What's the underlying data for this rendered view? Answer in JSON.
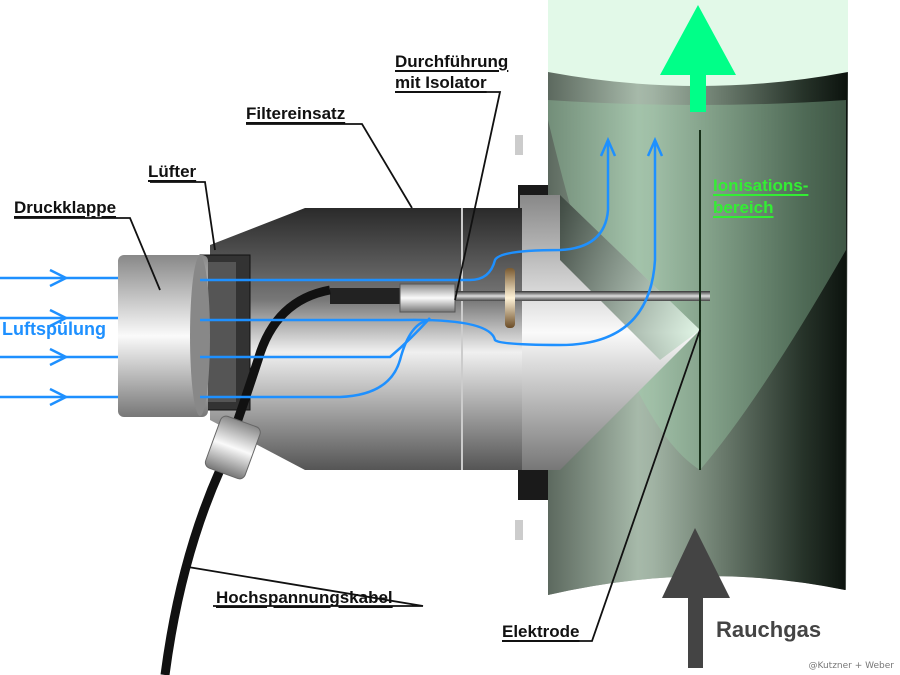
{
  "labels": {
    "durchfuehrung_line1": "Durchführung",
    "durchfuehrung_line2": "mit Isolator",
    "filtereinsatz": "Filtereinsatz",
    "luefter": "Lüfter",
    "druckklappe": "Druckklappe",
    "luftspuelung": "Luftspülung",
    "ionisation_line1": "Ionisations-",
    "ionisation_line2": "bereich",
    "hochspannungskabel": "Hochspannungskabel",
    "elektrode": "Elektrode",
    "rauchgas": "Rauchgas"
  },
  "credit": "@Kutzner + Weber",
  "colors": {
    "air_flow": "#1e90ff",
    "ionisation": "#33ee33",
    "exhaust_arrow": "#00ff88",
    "flue_gas_arrow": "#444444",
    "chimney_tint": "#d8f5e0"
  }
}
